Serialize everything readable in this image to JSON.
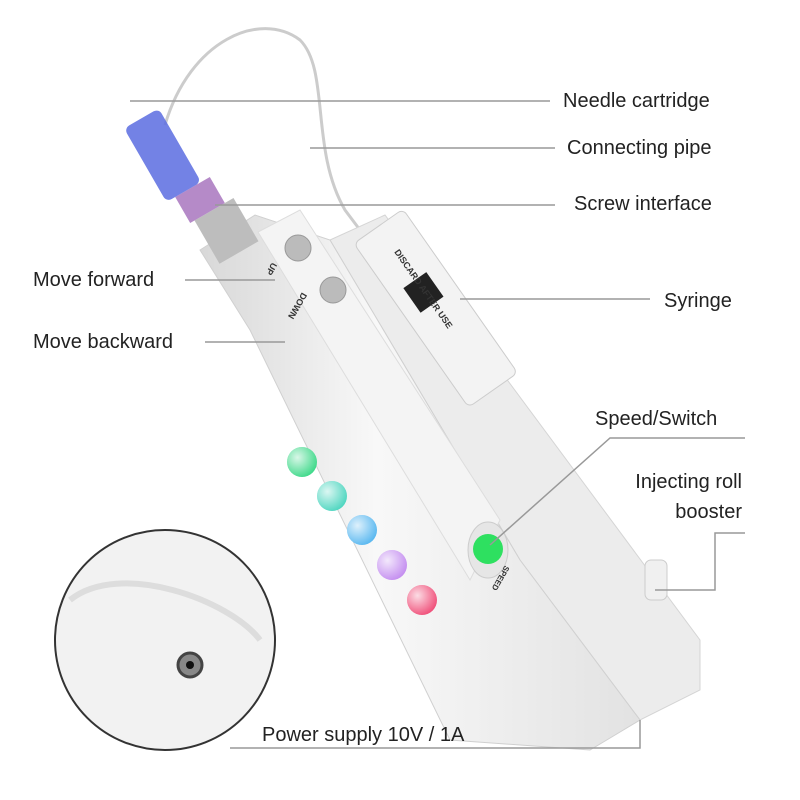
{
  "labels": {
    "needle_cartridge": "Needle cartridge",
    "connecting_pipe": "Connecting pipe",
    "screw_interface": "Screw interface",
    "move_forward": "Move forward",
    "move_backward": "Move backward",
    "syringe": "Syringe",
    "speed_switch": "Speed/Switch",
    "injecting_roll_line1": "Injecting roll",
    "injecting_roll_line2": "booster",
    "power_supply": "Power supply 10V / 1A"
  },
  "device_text": {
    "up": "UP",
    "down": "DOWN",
    "syringe_print": "DISCARD AFTER USE",
    "speed": "SPEED"
  },
  "colors": {
    "light_colors": [
      "#3fd98a",
      "#4fd6c0",
      "#5ab8f0",
      "#c48ef0",
      "#f0507a"
    ],
    "speed_button": "#2ee060",
    "cartridge": "#3b4fd0"
  }
}
